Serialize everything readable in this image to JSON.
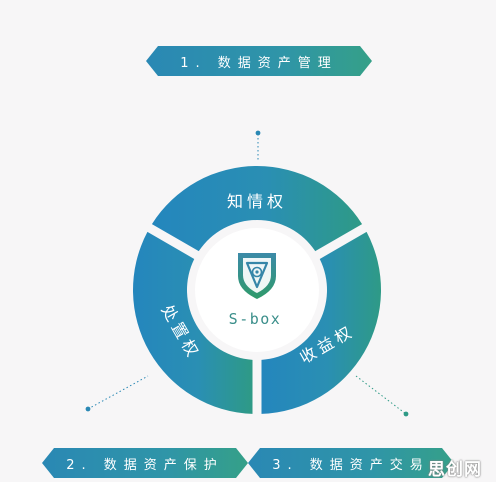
{
  "top_label": "1. 数据资产管理",
  "bottom_left_label": "2. 数据资产保护",
  "bottom_right_label": "3. 数据资产交易",
  "segments": {
    "top": "知情权",
    "left": "处置权",
    "right": "收益权"
  },
  "center": {
    "title": "S-box",
    "logo": "shield-swirl-icon"
  },
  "watermark": "思创网",
  "colors": {
    "blue": "#2a88b4",
    "teal": "#2e9a86",
    "background": "#f7f6f7"
  }
}
